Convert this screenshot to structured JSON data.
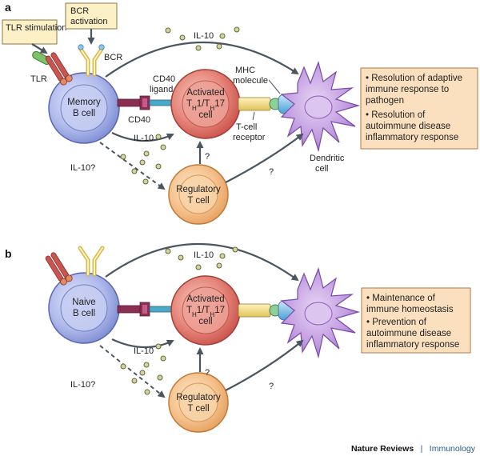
{
  "panels": {
    "a": {
      "letter": "a",
      "tlr_stimulation": "TLR stimulation",
      "bcr_activation": [
        "BCR",
        "activation"
      ],
      "tlr": "TLR",
      "bcr": "BCR",
      "memory_b_cell": [
        "Memory",
        "B cell"
      ],
      "cd40": "CD40",
      "cd40_ligand": [
        "CD40",
        "ligand"
      ],
      "activated_cell": [
        "Activated",
        "TH1/TH17",
        "cell"
      ],
      "mhc_molecule": [
        "MHC",
        "molecule"
      ],
      "tcell_receptor": [
        "T-cell",
        "receptor"
      ],
      "dendritic_cell": [
        "Dendritic",
        "cell"
      ],
      "regulatory_t_cell": [
        "Regulatory",
        "T cell"
      ],
      "il10_top": "IL-10",
      "il10_mid": "IL-10",
      "il10_q": "IL-10?",
      "q1": "?",
      "q2": "?",
      "outcomes": [
        [
          "• Resolution of adaptive",
          "  immune response to",
          "  pathogen"
        ],
        [
          "• Resolution of",
          "  autoimmune disease",
          "  inflammatory response"
        ]
      ]
    },
    "b": {
      "letter": "b",
      "naive_b_cell": [
        "Naive",
        "B cell"
      ],
      "activated_cell": [
        "Activated",
        "TH1/TH17",
        "cell"
      ],
      "regulatory_t_cell": [
        "Regulatory",
        "T cell"
      ],
      "il10_top": "IL-10",
      "il10_mid": "IL-10",
      "il10_q": "IL-10?",
      "q1": "?",
      "q2": "?",
      "outcomes": [
        [
          "• Maintenance of",
          "  immune homeostasis"
        ],
        [
          "• Prevention of",
          "  autoimmune disease",
          "  inflammatory response"
        ]
      ]
    }
  },
  "credit": {
    "journal": "Nature Reviews",
    "separator": "|",
    "section": "Immunology"
  },
  "colors": {
    "b_cell": "#8f9cd8",
    "th_cell": "#d9645e",
    "treg_cell": "#eeb070",
    "dendritic": "#b07fd0",
    "outcome_box": "#fbe0bf",
    "label_box": "#fbf0c6",
    "arrow": "#4a5560"
  }
}
